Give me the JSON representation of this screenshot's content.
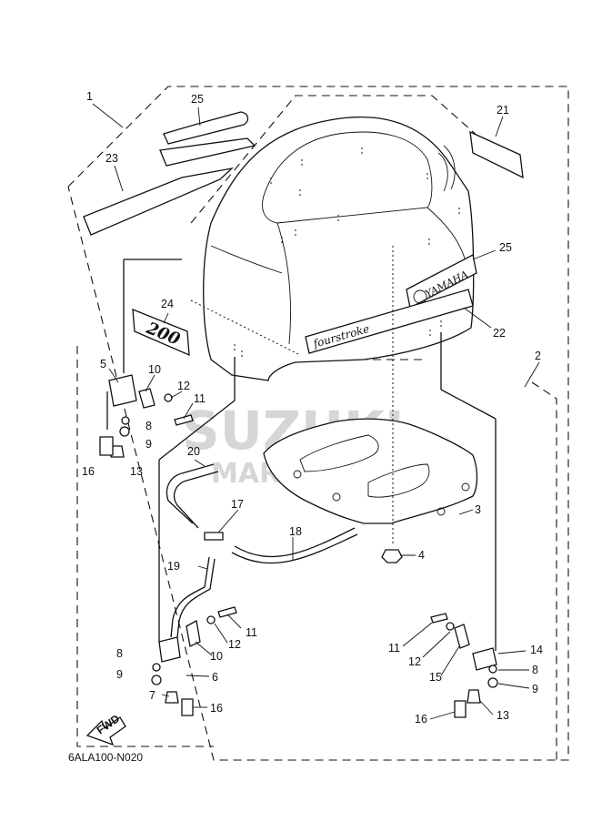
{
  "diagram": {
    "code": "6ALA100-N020",
    "fwd_label": "FWD",
    "decals": {
      "brand": "YAMAHA",
      "model_number": "200",
      "series": "fourstroke"
    },
    "watermark": {
      "line1": "SUZUKI",
      "line2": "MARINE PARTS"
    },
    "callouts": {
      "c1": "1",
      "c2": "2",
      "c3": "3",
      "c4": "4",
      "c5": "5",
      "c6": "6",
      "c7": "7",
      "c8a": "8",
      "c8b": "8",
      "c8c": "8",
      "c9a": "9",
      "c9b": "9",
      "c9c": "9",
      "c10a": "10",
      "c10b": "10",
      "c11a": "11",
      "c11b": "11",
      "c11c": "11",
      "c12a": "12",
      "c12b": "12",
      "c12c": "12",
      "c13a": "13",
      "c13b": "13",
      "c14": "14",
      "c15": "15",
      "c16a": "16",
      "c16b": "16",
      "c16c": "16",
      "c17": "17",
      "c18": "18",
      "c19": "19",
      "c20": "20",
      "c21": "21",
      "c22": "22",
      "c23": "23",
      "c24": "24",
      "c25a": "25",
      "c25b": "25"
    }
  }
}
